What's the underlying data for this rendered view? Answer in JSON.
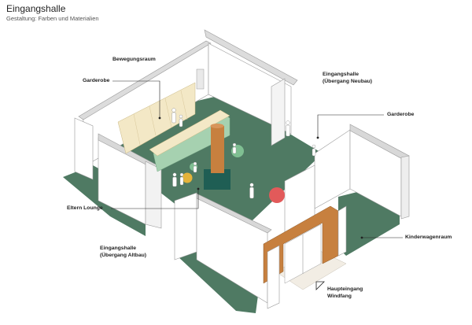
{
  "header": {
    "title": "Eingangshalle",
    "subtitle": "Gestaltung: Farben und Materialien"
  },
  "labels": {
    "bewegungsraum": "Bewegungsraum",
    "garderobe_left": "Garderobe",
    "eingangshalle_neubau_line1": "Eingangshalle",
    "eingangshalle_neubau_line2": "(Übergang Neubau)",
    "garderobe_right": "Garderobe",
    "eltern_lounge": "Eltern Lounge",
    "kinderwagenraum": "Kinderwagenraum",
    "eingangshalle_altbau_line1": "Eingangshalle",
    "eingangshalle_altbau_line2": "(Übergang Altbau)",
    "haupteingang_line1": "Haupteingang",
    "haupteingang_line2": "Windfang"
  },
  "colors": {
    "floor_green": "#4f7a63",
    "wall": "#ffffff",
    "wall_shade": "#ededed",
    "wall_outline": "#9a9a9a",
    "wood": "#c7803f",
    "pale_wood": "#f3e8c6",
    "mint": "#a6d1b0",
    "teal": "#1f5e54",
    "red_pouf": "#e25a5a",
    "yellow_pouf": "#e4b33a",
    "tile": "#f2ede4"
  }
}
